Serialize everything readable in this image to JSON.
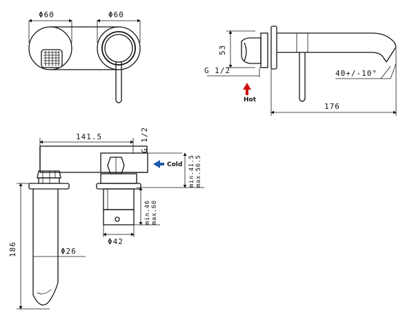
{
  "labels": {
    "dia_left": "Φ60",
    "dia_right": "Φ60",
    "height_53": "53",
    "thread_top": "G 1/2",
    "angle": "40+/-10°",
    "hot": "Hot",
    "length_176": "176",
    "width_1415": "141.5",
    "thread_side": "G 1/2",
    "cold": "Cold",
    "depth_min1": "min.41.5",
    "depth_max1": "max.56.5",
    "depth_min2": "min.46",
    "depth_max2": "max.60",
    "dia_42": "Φ42",
    "height_186": "186",
    "dia_26": "Φ26"
  },
  "colors": {
    "hot_arrow": "#cc1111",
    "cold_arrow": "#1e5aa8",
    "line": "#111111"
  }
}
